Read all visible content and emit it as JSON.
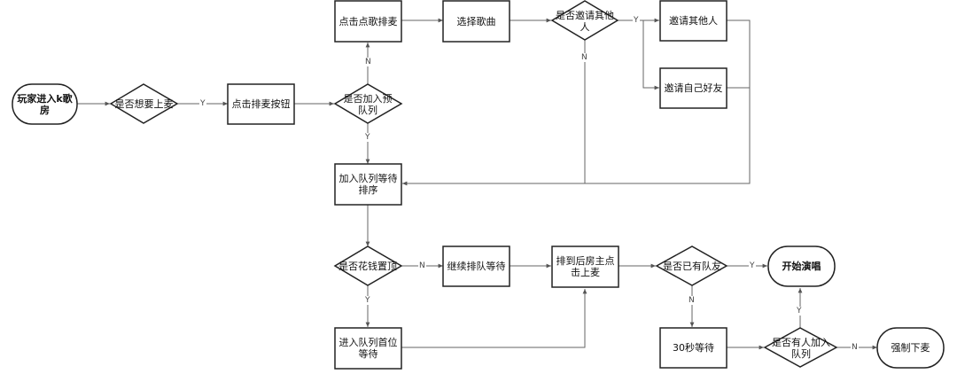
{
  "nodes": {
    "start": "玩家进入k歌\n房",
    "want_mic": "是否想要上麦",
    "click_queue_btn": "点击排麦按钮",
    "join_queue_q": "是否加入预\n队列",
    "click_song": "点击点歌排麦",
    "choose_song": "选择歌曲",
    "invite_q": "是否邀请其他\n人",
    "invite_others": "邀请其他人",
    "invite_friends": "邀请自己好友",
    "join_wait": "加入队列等待\n排序",
    "pay_top_q": "是否花钱置顶",
    "continue_wait": "继续排队等待",
    "owner_click": "排到后房主点\n击上麦",
    "has_queue_q": "是否已有队友",
    "start_sing": "开始演唱",
    "queue_first": "进入队列首位\n等待",
    "wait30": "30秒等待",
    "someone_join_q": "是否有人加入\n队列",
    "force_down": "强制下麦"
  },
  "edge_labels": {
    "y": "Y",
    "n": "N"
  }
}
